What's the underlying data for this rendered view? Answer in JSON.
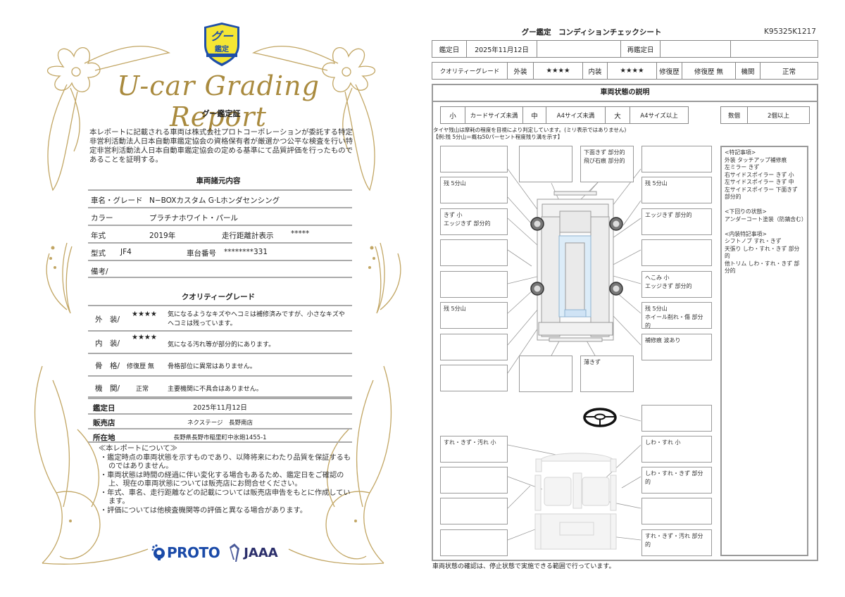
{
  "certificate": {
    "badge": {
      "top_text": "グー",
      "bottom_text": "鑑定",
      "colors": {
        "shield": "#f5e634",
        "text": "#1f4fa8",
        "border": "#1f4fa8"
      }
    },
    "script_title": "U-car Grading Report",
    "title": "グー鑑定証",
    "intro": "本レポートに記載される車両は株式会社プロトコーポレーションが委託する特定非営利活動法人日本自動車鑑定協会の資格保有者が厳選かつ公平な検査を行い特定非営利活動法人日本自動車鑑定協会の定める基準にて品質評価を行ったものであることを証明する。",
    "specs_heading": "車両諸元内容",
    "specs": {
      "name_label": "車名・グレード",
      "name_value": "N−BOXカスタム G·Lホンダセンシング",
      "color_label": "カラー",
      "color_value": "プラチナホワイト・パール",
      "year_label": "年式",
      "year_value": "2019年",
      "mileage_label": "走行距離計表示",
      "mileage_value": "*****",
      "model_label": "型式",
      "model_value": "JF4",
      "chassis_label": "車台番号",
      "chassis_value": "********331",
      "remarks_label": "備考/"
    },
    "grade_heading": "クオリティーグレード",
    "grades": [
      {
        "label": "外　装/",
        "rating": "★★★★",
        "desc": "気になるようなキズやヘコミは補修済みですが、小さなキズやヘコミは残っています。"
      },
      {
        "label": "内　装/",
        "rating": "★★★★",
        "desc": "気になる汚れ等が部分的にあります。"
      },
      {
        "label": "骨　格/",
        "rating": "修復歴 無",
        "desc": "骨格部位に異常はありません。"
      },
      {
        "label": "機　関/",
        "rating": "正常",
        "desc": "主要機関に不具合はありません。"
      }
    ],
    "info": {
      "date_label": "鑑定日",
      "date_value": "2025年11月12日",
      "shop_label": "販売店",
      "shop_value": "ネクステージ　長野南店",
      "address_label": "所在地",
      "address_value": "長野県長野市稲里町中氷鉋1455-1"
    },
    "notes_heading": "≪本レポートについて≫",
    "notes": [
      "・鑑定時点の車両状態を示すものであり、以降将来にわたり品質を保証するものではありません。",
      "・車両状態は時間の経過に伴い変化する場合もあるため、鑑定日をご確認の上、現在の車両状態については販売店にお問合せください。",
      "・年式、車名、走行距離などの記載については販売店申告をもとに作成しています。",
      "・評価については他検査機関等の評価と異なる場合があります。"
    ],
    "logos": {
      "proto": "PROTO",
      "jaaa": "JAAA"
    },
    "ornament_color": "#b89a52"
  },
  "sheet": {
    "title": "グー鑑定　コンディションチェックシート",
    "id": "K95325K1217",
    "row1": {
      "date_label": "鑑定日",
      "date_value": "2025年11月12日",
      "blank1": "",
      "redate_label": "再鑑定日",
      "redate_value": "",
      "blank2": ""
    },
    "row2": {
      "grade_label": "クオリティーグレード",
      "exterior_label": "外装",
      "exterior_value": "★★★★",
      "interior_label": "内装",
      "interior_value": "★★★★",
      "repair_label": "修復歴",
      "repair_value": "修復歴 無",
      "engine_label": "機関",
      "engine_value": "正常"
    },
    "panel_heading": "車両状態の説明",
    "size_legend": [
      {
        "label": "小",
        "value": "カードサイズ未満"
      },
      {
        "label": "中",
        "value": "A4サイズ未満"
      },
      {
        "label": "大",
        "value": "A4サイズ以上"
      }
    ],
    "count_legend": {
      "label": "数個",
      "value": "2個以上"
    },
    "tire_note_1": "タイヤ残山は摩耗の程度を目視により判定しています。(ミリ表示ではありません)",
    "tire_note_2": "【例:残 5分山＝概ね50パーセント程度残り溝を示す】",
    "exterior_boxes": {
      "l1": "",
      "l2": "残 5分山",
      "l3": "きず 小\nエッジきず 部分的",
      "l4": "",
      "l5": "",
      "l6": "残 5分山",
      "l7": "",
      "t1": "",
      "t2": "下面きず 部分的\n飛び石痕 部分的",
      "t3": "",
      "r2": "残 5分山",
      "r3": "エッジきず 部分的",
      "r4": "",
      "r5": "へこみ 小\nエッジきず 部分的",
      "r6": "残 5分山\nホイール削れ・傷 部分的",
      "r7": "補修痕 波あり",
      "b1": "",
      "b2": "薄きず"
    },
    "interior_boxes": {
      "steering": "",
      "l1": "すれ・きず・汚れ 小",
      "l2": "",
      "l3": "",
      "l4": "",
      "r1": "しわ・すれ 小",
      "r2": "しわ・すれ・きず 部分的",
      "r3": "",
      "r4": "すれ・きず・汚れ 部分的"
    },
    "special_notes": [
      "<特記事項>",
      "外装 タッチアップ補修痕",
      "左ミラー きず",
      "右サイドスポイラー きず 小",
      "左サイドスポイラー きず 中",
      "左サイドスポイラー 下面きず",
      "部分的",
      "",
      "<下回りの状態>",
      "アンダーコート塗装（防錆含む）",
      "",
      "<内装特記事項>",
      "シフトノブ すれ・きず",
      "天張り しわ・すれ・きず 部分的",
      "他トリム しわ・すれ・きず 部分的"
    ],
    "footer": "車両状態の確認は、停止状態で実施できる範囲で行っています。"
  }
}
